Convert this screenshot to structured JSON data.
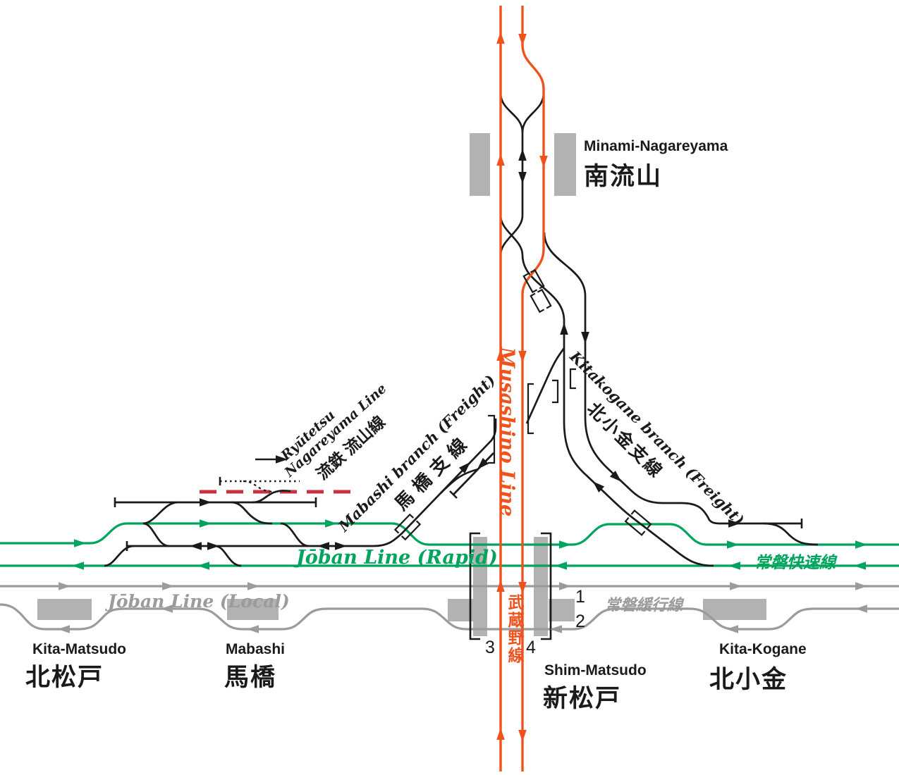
{
  "colors": {
    "musashino_orange": "#f0521e",
    "joban_rapid_green": "#00a45c",
    "joban_local_gray": "#9b9b9b",
    "freight_black": "#1a1a1a",
    "ryutetsu_red": "#c8323e",
    "platform_gray": "#b2b2b2"
  },
  "stations": {
    "minami_nagareyama": {
      "en": "Minami-Nagareyama",
      "ja": "南流山"
    },
    "kita_matsudo": {
      "en": "Kita-Matsudo",
      "ja": "北松戸"
    },
    "mabashi": {
      "en": "Mabashi",
      "ja": "馬橋"
    },
    "shim_matsudo": {
      "en": "Shim-Matsudo",
      "ja": "新松戸"
    },
    "kita_kogane": {
      "en": "Kita-Kogane",
      "ja": "北小金"
    }
  },
  "lines": {
    "musashino": {
      "en": "Musashino Line",
      "ja": "武蔵野線"
    },
    "joban_rapid": {
      "en": "Jōban Line (Rapid)",
      "ja": "常磐快速線"
    },
    "joban_local": {
      "en": "Jōban Line (Local)",
      "ja": "常磐緩行線"
    },
    "mabashi_branch": {
      "en": "Mabashi branch (Freight)",
      "ja": "馬橋支線"
    },
    "kitakogane_branch": {
      "en": "Kitakogane branch (Freight)",
      "ja": "北小金支線"
    },
    "ryutetsu": {
      "en_line1": "Ryūtetsu",
      "en_line2": "Nagareyama Line",
      "ja": "流鉄 流山線"
    }
  },
  "platform_numbers": {
    "local_down": "1",
    "local_up": "2",
    "musashino_up": "3",
    "musashino_down": "4"
  }
}
